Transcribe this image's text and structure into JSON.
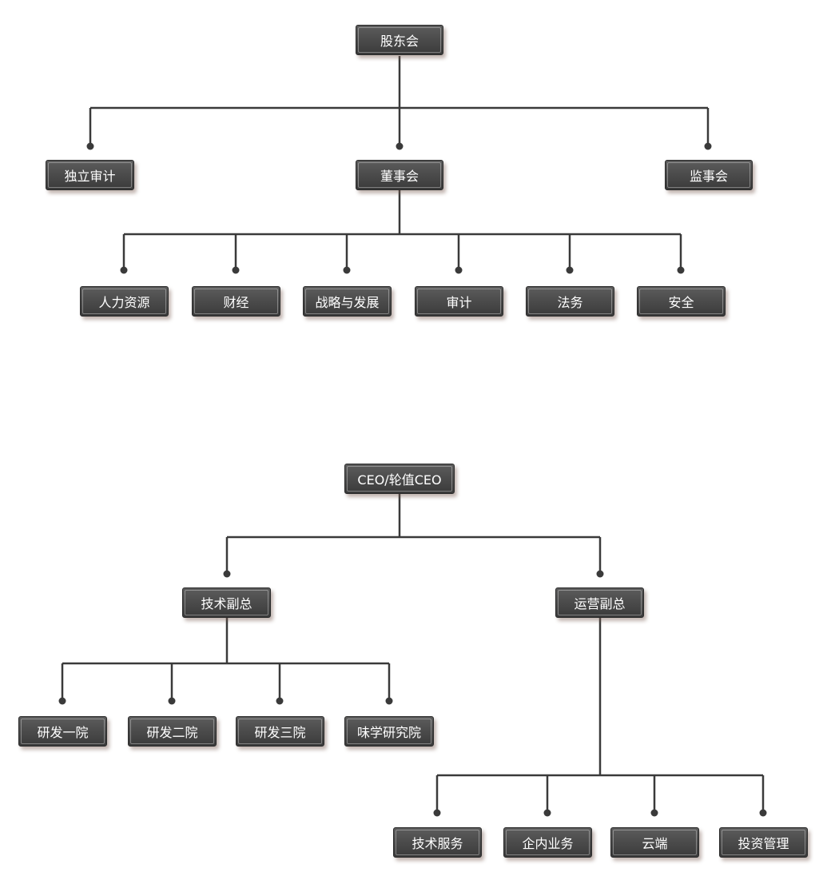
{
  "board": {
    "root": "股东会",
    "level1": [
      "独立审计",
      "董事会",
      "监事会"
    ],
    "committees": [
      "人力资源",
      "财经",
      "战略与发展",
      "审计",
      "法务",
      "安全"
    ]
  },
  "executive": {
    "root": "CEO/轮值CEO",
    "vps": [
      "技术副总",
      "运营副总"
    ],
    "tech_units": [
      "研发一院",
      "研发二院",
      "研发三院",
      "味学研究院"
    ],
    "ops_units": [
      "技术服务",
      "企内业务",
      "云端",
      "投资管理"
    ]
  },
  "colors": {
    "node": "#484848",
    "line": "#3a3a3a"
  }
}
